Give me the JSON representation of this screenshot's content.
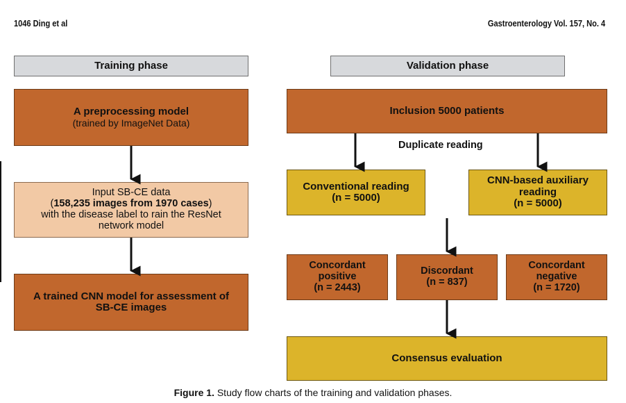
{
  "header": {
    "page_left": "1046  Ding et al",
    "page_right": "Gastroenterology Vol. 157, No. 4"
  },
  "training": {
    "phase_label": "Training phase",
    "step1": {
      "title": "A preprocessing model",
      "subtitle": "(trained by ImageNet Data)"
    },
    "step2": {
      "line1": "Input SB-CE data",
      "line2_prefix": "(",
      "line2_bold": "158,235 images from 1970 cases",
      "line2_suffix": ")",
      "line3": "with the disease label to rain the ResNet",
      "line4": "network model"
    },
    "step3": {
      "line1": "A trained CNN model for assessment of",
      "line2": "SB-CE images"
    }
  },
  "validation": {
    "phase_label": "Validation phase",
    "inclusion": "Inclusion 5000 patients",
    "duplicate_label": "Duplicate reading",
    "conventional": {
      "line1": "Conventional reading",
      "line2": "(n = 5000)"
    },
    "cnn_aux": {
      "line1": "CNN-based auxiliary",
      "line2": "reading",
      "line3": "(n = 5000)"
    },
    "concordant_positive": {
      "line1": "Concordant",
      "line2": "positive",
      "line3": "(n = 2443)"
    },
    "discordant": {
      "line1": "Discordant",
      "line2": "(n = 837)"
    },
    "concordant_negative": {
      "line1": "Concordant",
      "line2": "negative",
      "line3": "(n = 1720)"
    },
    "consensus": "Consensus evaluation"
  },
  "caption": {
    "label": "Figure 1.",
    "text": " Study flow charts of the training and validation phases."
  },
  "colors": {
    "orange_box": "#c1672d",
    "pale_box": "#f2c9a5",
    "gold_box": "#dcb42a",
    "phase_header": "#d7d9dc",
    "arrow": "#111111"
  }
}
